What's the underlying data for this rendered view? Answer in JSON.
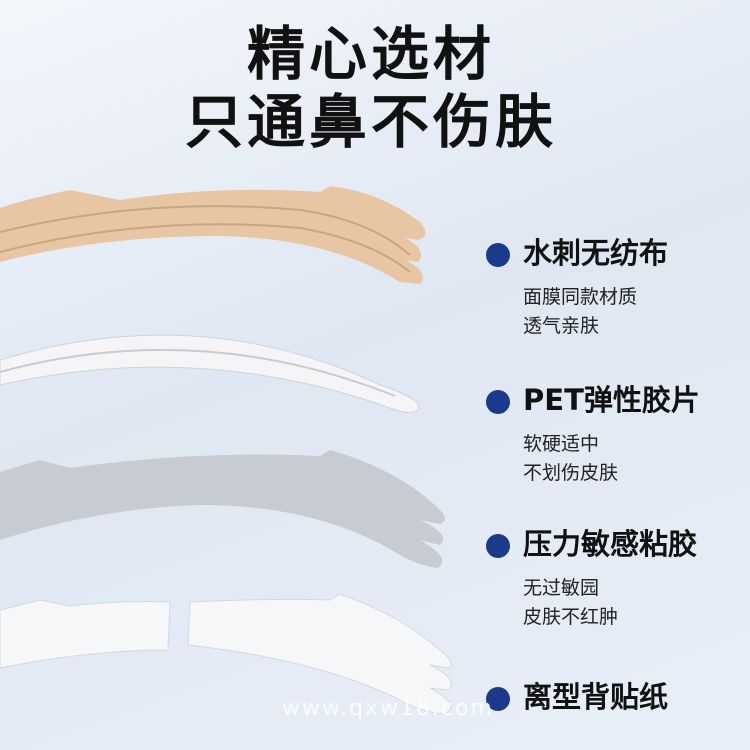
{
  "title": {
    "line1": "精心选材",
    "line2": "只通鼻不伤肤"
  },
  "features": [
    {
      "heading": "水刺无纺布",
      "lines": [
        "面膜同款材质",
        "透气亲肤"
      ]
    },
    {
      "heading": "PET弹性胶片",
      "lines": [
        "软硬适中",
        "不划伤皮肤"
      ]
    },
    {
      "heading": "压力敏感粘胶",
      "lines": [
        "无过敏园",
        "皮肤不红肿"
      ]
    },
    {
      "heading": "离型背贴纸",
      "lines": []
    }
  ],
  "watermark": "www.qxw18.com",
  "colors": {
    "bullet": "#1c3a8c",
    "nonwoven": "#e8c5a3",
    "film": "#f4f4f6",
    "adhesive": "#c9ccd2",
    "liner": "#f7f8fa"
  }
}
